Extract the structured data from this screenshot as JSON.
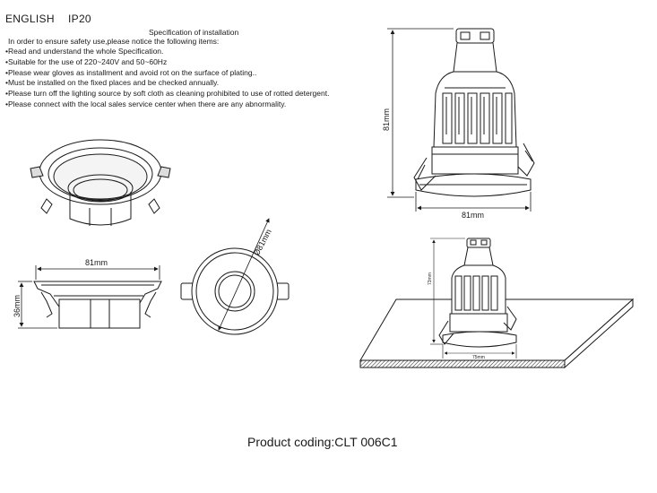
{
  "header": {
    "language": "ENGLISH",
    "rating": "IP20"
  },
  "spec": {
    "title": "Specification of installation",
    "intro": "In order to ensure safety use,please notice the following items:",
    "rules": [
      "•Read and understand the whole Specification.",
      "•Suitable for the use of 220~240V and 50~60Hz",
      "•Please wear gloves as installment and avoid rot on the surface of plating..",
      "•Must be installed on the fixed places and be checked annually.",
      "•Please turn off the lighting source by soft cloth as cleaning prohibited to use of rotted detergent.",
      "•Please connect with the local sales service center when there are any abnormality."
    ]
  },
  "dimensions": {
    "side_height": "81mm",
    "side_width": "81mm",
    "front_width": "81mm",
    "front_height": "36mm",
    "top_diameter": "Ø81mm",
    "install_height": "73mm",
    "install_width": "75mm"
  },
  "footer": {
    "product_coding": "Product coding:CLT 006C1"
  }
}
